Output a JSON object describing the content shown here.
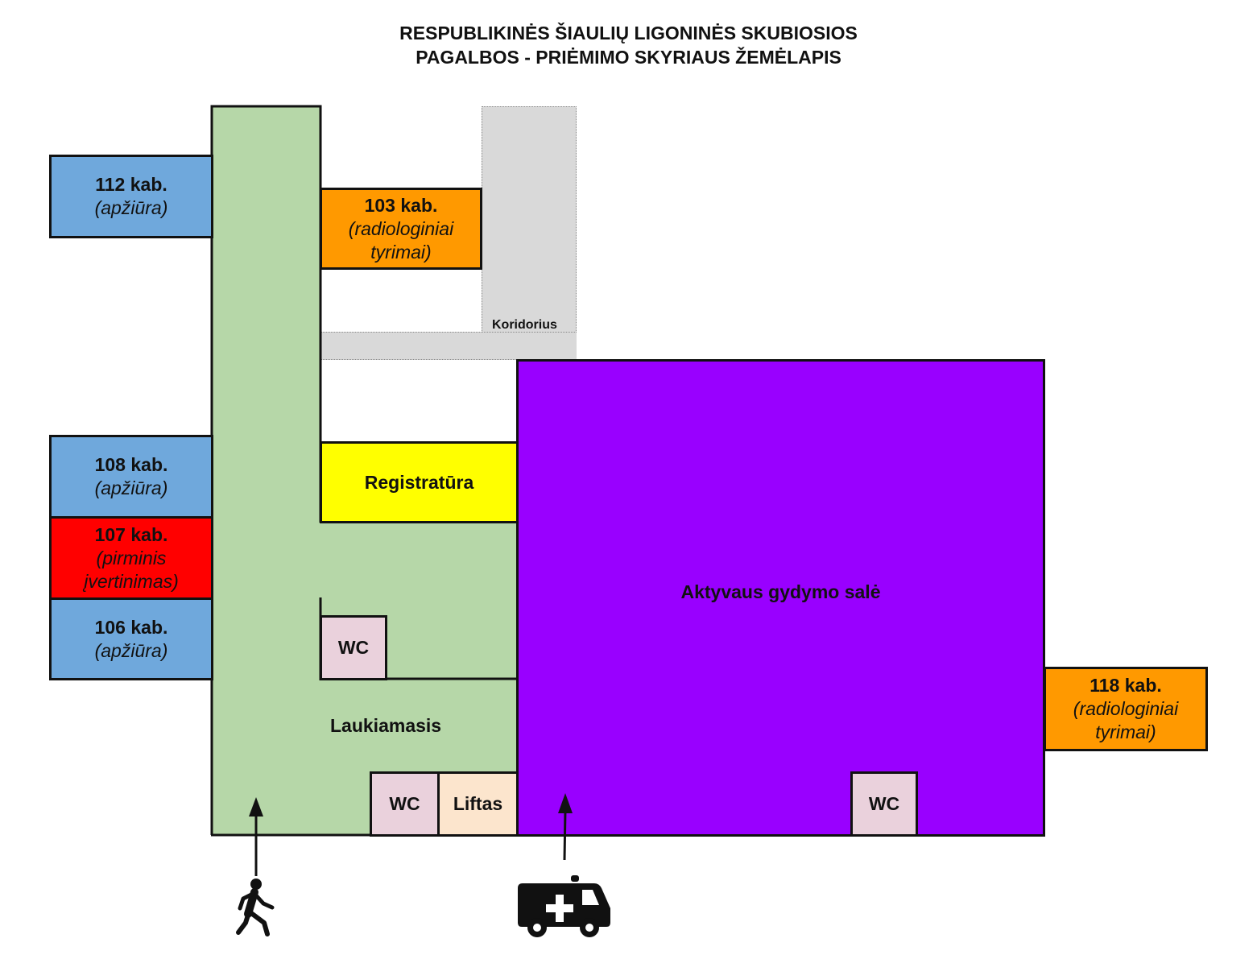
{
  "title": {
    "line1": "RESPUBLIKINĖS ŠIAULIŲ LIGONINĖS SKUBIOSIOS",
    "line2": "PAGALBOS - PRIĖMIMO SKYRIAUS ŽEMĖLAPIS"
  },
  "rooms": {
    "r112": {
      "number": "112 kab.",
      "desc": "(apžiūra)"
    },
    "r103": {
      "number": "103 kab.",
      "desc1": "(radiologiniai",
      "desc2": "tyrimai)"
    },
    "r108": {
      "number": "108 kab.",
      "desc": "(apžiūra)"
    },
    "r107": {
      "number": "107 kab.",
      "desc1": "(pirminis",
      "desc2": "įvertinimas)"
    },
    "r106": {
      "number": "106 kab.",
      "desc": "(apžiūra)"
    },
    "r118": {
      "number": "118 kab.",
      "desc1": "(radiologiniai",
      "desc2": "tyrimai)"
    },
    "registratura": "Registratūra",
    "koridorius": "Koridorius",
    "aktyvaus": "Aktyvaus gydymo salė",
    "laukiamasis": "Laukiamasis",
    "wc": "WC",
    "liftas": "Liftas"
  },
  "icons": {
    "walk_in": "pedestrian-icon",
    "ambulance": "ambulance-icon"
  },
  "colors": {
    "waiting": "#b6d7a8",
    "exam": "#6fa8dc",
    "radiology": "#ff9900",
    "triage": "#ff0000",
    "registration": "#ffff00",
    "active_care": "#9900ff",
    "wc": "#ead1dc",
    "lift": "#fce5cd",
    "corridor": "#d9d9d9"
  }
}
